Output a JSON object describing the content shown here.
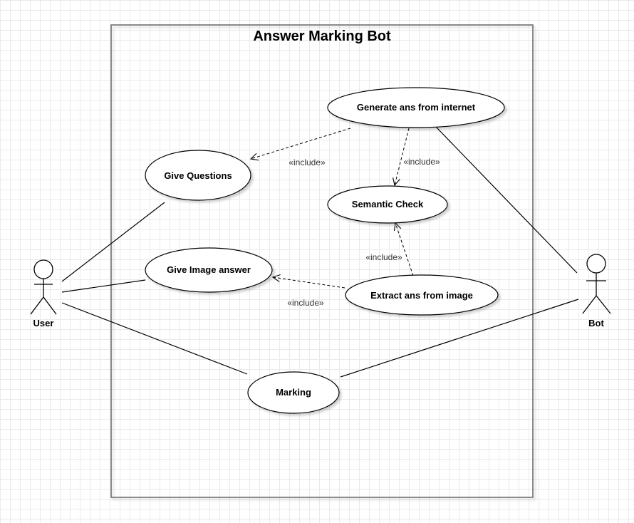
{
  "system": {
    "title": "Answer Marking Bot"
  },
  "actors": [
    {
      "id": "user",
      "label": "User"
    },
    {
      "id": "bot",
      "label": "Bot"
    }
  ],
  "use_cases": [
    {
      "id": "generate",
      "label": "Generate ans from internet"
    },
    {
      "id": "questions",
      "label": "Give Questions"
    },
    {
      "id": "semantic",
      "label": "Semantic Check"
    },
    {
      "id": "image_answer",
      "label": "Give Image answer"
    },
    {
      "id": "extract",
      "label": "Extract ans from image"
    },
    {
      "id": "marking",
      "label": "Marking"
    }
  ],
  "relations": [
    {
      "from": "generate",
      "to": "questions",
      "label": "«include»"
    },
    {
      "from": "generate",
      "to": "semantic",
      "label": "«include»"
    },
    {
      "from": "extract",
      "to": "semantic",
      "label": "«include»"
    },
    {
      "from": "extract",
      "to": "image_answer",
      "label": "«include»"
    }
  ],
  "colors": {
    "stroke": "#000000",
    "frame": "#666666",
    "grid": "#eaeaea"
  }
}
